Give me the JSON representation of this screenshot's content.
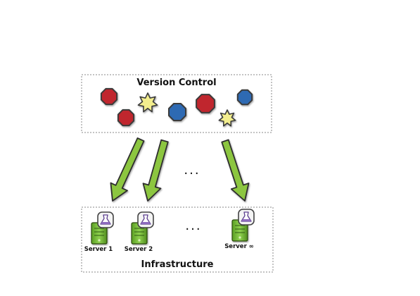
{
  "version_control": {
    "title": "Version Control",
    "shapes": [
      {
        "kind": "octagon",
        "color": "#c0272d"
      },
      {
        "kind": "octagon",
        "color": "#c0272d"
      },
      {
        "kind": "star",
        "color": "#f3ee8e"
      },
      {
        "kind": "octagon",
        "color": "#2e6bb3"
      },
      {
        "kind": "octagon",
        "color": "#c0272d"
      },
      {
        "kind": "star",
        "color": "#f3ee8e"
      },
      {
        "kind": "octagon",
        "color": "#2e6bb3"
      }
    ]
  },
  "arrows": {
    "color": "#8cc63f",
    "count": 3
  },
  "ellipsis_arrows": "...",
  "ellipsis_servers": "...",
  "infrastructure": {
    "title": "Infrastructure",
    "servers": [
      {
        "label": "Server 1"
      },
      {
        "label": "Server 2"
      },
      {
        "label": "Server ∞"
      }
    ],
    "server_color": "#7dbf3a"
  }
}
